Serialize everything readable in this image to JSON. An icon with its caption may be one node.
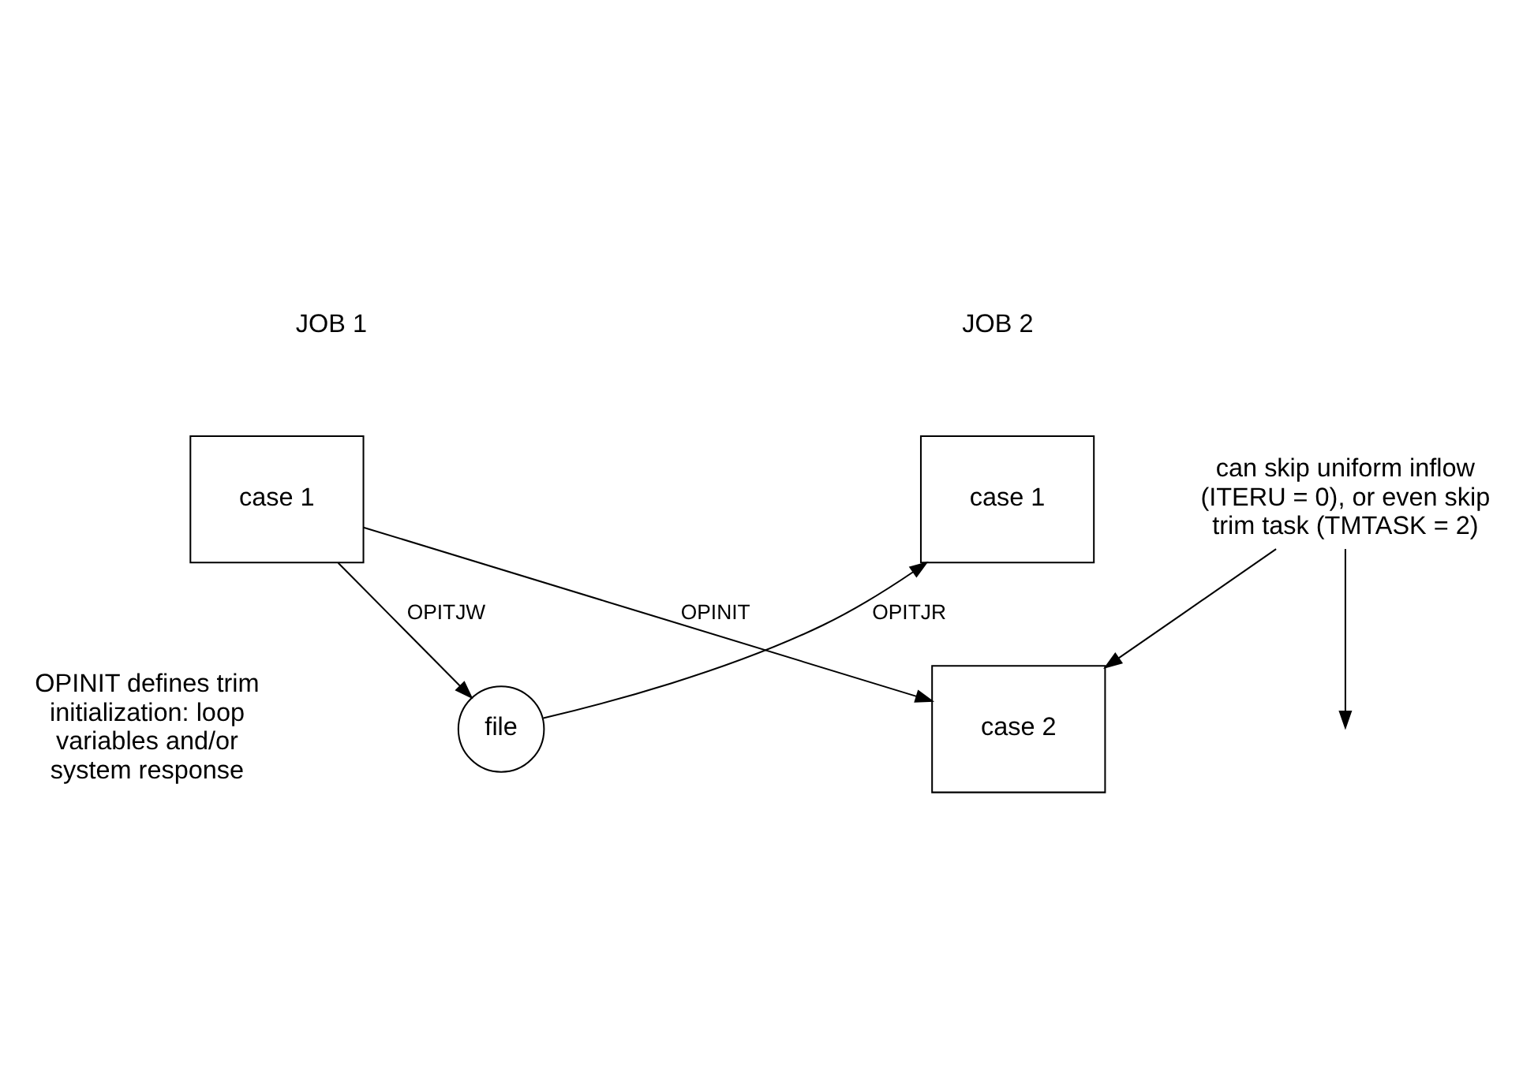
{
  "diagram": {
    "nodes": [
      {
        "text": [
          "case 1"
        ]
      },
      {
        "text": [
          "case 1"
        ]
      },
      {
        "text": [
          "file"
        ]
      },
      {
        "text": [
          "case 2"
        ]
      },
      {
        "text": [
          "can skip uniform inflow (ITERU = 0), or even skip trim task (TMTASK = 2)"
        ]
      }
    ],
    "edges": [
      {
        "from": 0,
        "to": 3,
        "arrow": "to",
        "label": "OPINIT"
      },
      {
        "from": 0,
        "to": 2,
        "arrow": "to",
        "label": "OPITJW"
      },
      {
        "from": 2,
        "to": 1,
        "arrow": "to",
        "label": "OPITJR"
      },
      {
        "from": 4,
        "to": 3,
        "arrow": "to"
      },
      {
        "from": 4,
        "to": null,
        "arrow": "to"
      }
    ],
    "labels": [
      "JOB 1",
      "JOB 2",
      "OPINIT defines trim initialization: loop variables and/or system response"
    ]
  }
}
